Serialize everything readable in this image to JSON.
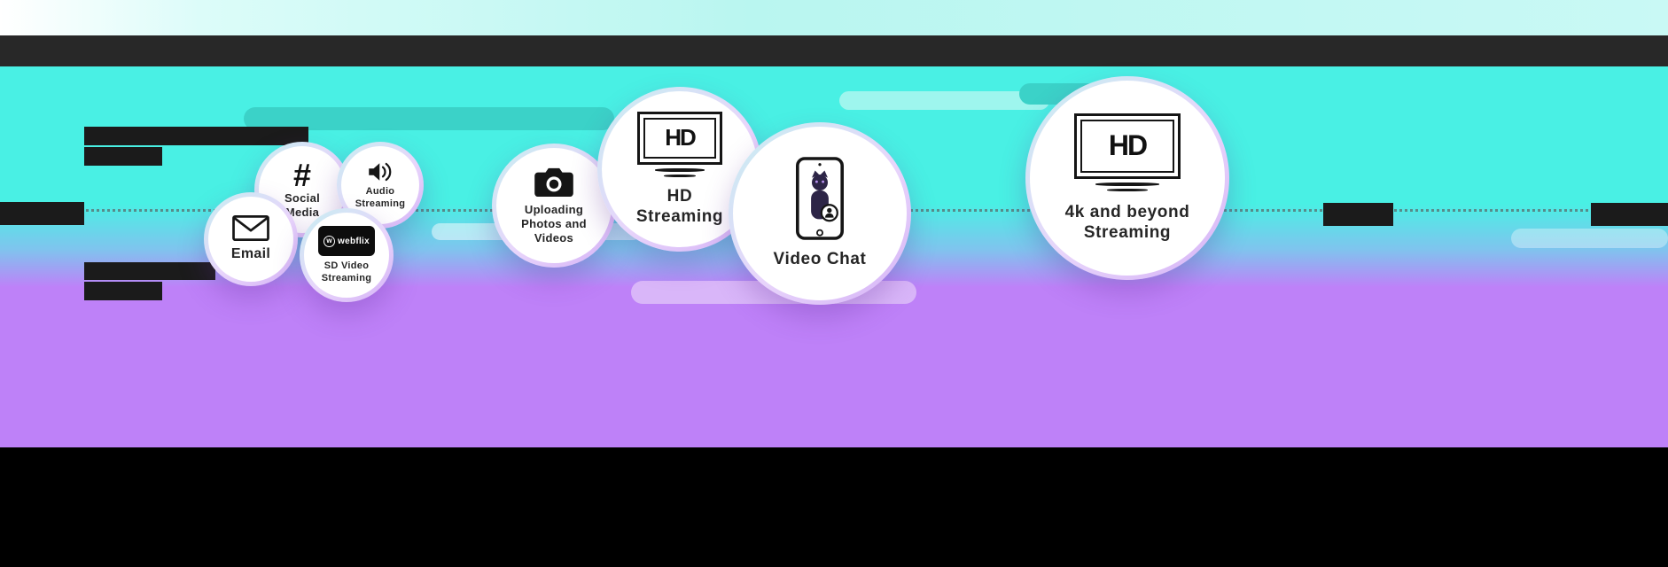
{
  "infographic": {
    "bubbles": {
      "email": {
        "label": "Email"
      },
      "social_media": {
        "label": "Social Media",
        "hash_glyph": "#"
      },
      "audio_streaming": {
        "label": "Audio Streaming"
      },
      "sd_video": {
        "label": "SD Video Streaming",
        "brand": "webflix",
        "brand_mark": "w"
      },
      "uploading": {
        "label": "Uploading Photos and Videos"
      },
      "hd_streaming": {
        "label": "HD Streaming",
        "screen_text": "HD"
      },
      "video_chat": {
        "label": "Video Chat"
      },
      "4k_streaming": {
        "label": "4k and beyond Streaming",
        "screen_text": "HD"
      }
    },
    "colors": {
      "cyan_band": "#49f0e4",
      "purple_band": "#be81f8",
      "top_bar": "#282828",
      "footer": "#000000",
      "bubble_fill": "#ffffff",
      "label_text": "#262626"
    }
  }
}
